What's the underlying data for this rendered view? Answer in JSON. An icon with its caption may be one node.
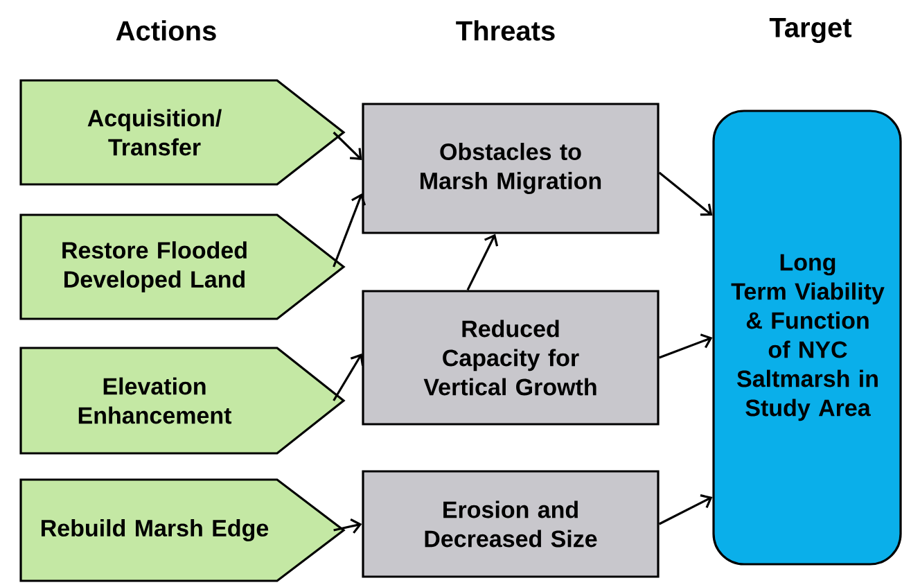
{
  "diagram": {
    "nodes": [
      {
        "text": [
          "Acquisition/ Transfer"
        ]
      },
      {
        "text": [
          "Restore Flooded Developed Land"
        ]
      },
      {
        "text": [
          "Elevation Enhancement"
        ]
      },
      {
        "text": [
          "Rebuild Marsh Edge"
        ]
      },
      {
        "text": [
          "Obstacles to Marsh Migration"
        ]
      },
      {
        "text": [
          "Reduced Capacity for Vertical Growth"
        ]
      },
      {
        "text": [
          "Erosion and Decreased Size"
        ]
      },
      {
        "text": [
          "Long Term Viability & Function of NYC Saltmarsh in Study Area"
        ]
      }
    ],
    "edges": [
      {
        "from": 0,
        "to": 4,
        "arrow": "to"
      },
      {
        "from": 1,
        "to": 4,
        "arrow": "to"
      },
      {
        "from": 2,
        "to": 5,
        "arrow": "to"
      },
      {
        "from": 3,
        "to": 6,
        "arrow": "to"
      },
      {
        "from": 5,
        "to": 4,
        "arrow": "to"
      },
      {
        "from": 4,
        "to": 7,
        "arrow": "to"
      },
      {
        "from": 5,
        "to": 7,
        "arrow": "to"
      },
      {
        "from": 6,
        "to": 7,
        "arrow": "to"
      }
    ],
    "labels": [
      "Actions",
      "Threats",
      "Target"
    ]
  }
}
